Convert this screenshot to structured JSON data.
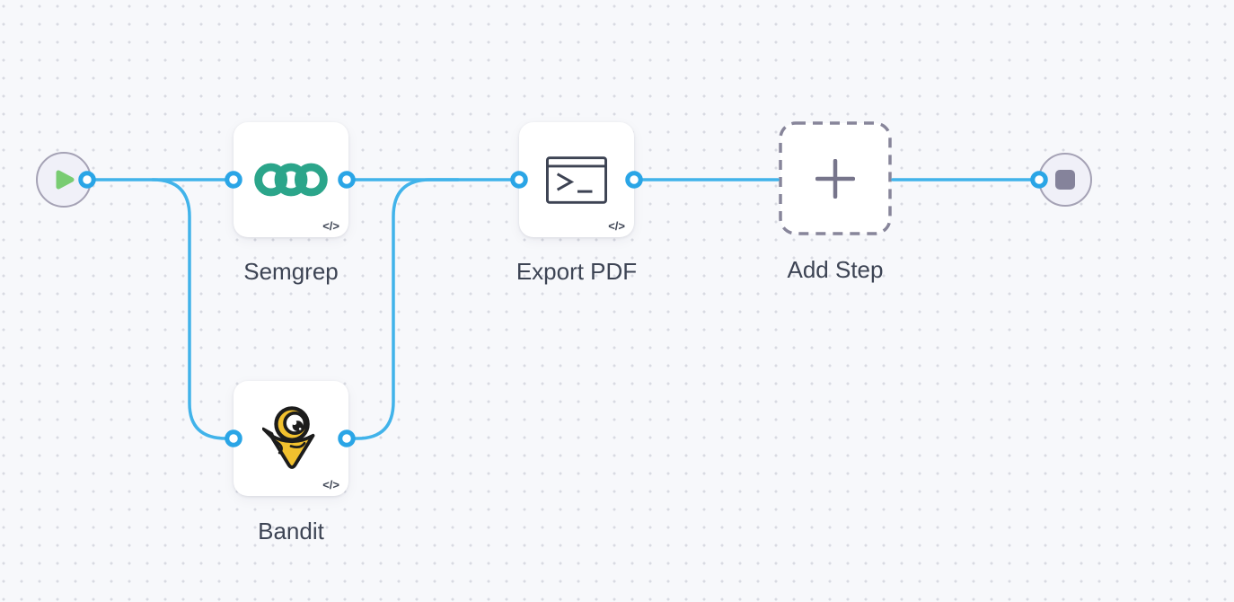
{
  "canvas": {
    "background_color": "#f7f8fb",
    "dot_color": "#d8dae2",
    "connection_color": "#41b3ea",
    "port_color": "#2aa5e6"
  },
  "start_node": {
    "icon": "play-icon",
    "play_color": "#79cc72"
  },
  "end_node": {
    "icon": "stop-icon",
    "stop_color": "#85839b"
  },
  "steps": {
    "semgrep": {
      "label": "Semgrep",
      "badge": "</>",
      "icon": "semgrep-logo-icon",
      "brand_color": "#2ba58a"
    },
    "bandit": {
      "label": "Bandit",
      "badge": "</>",
      "icon": "bandit-logo-icon",
      "brand_color": "#f2c12e"
    },
    "export_pdf": {
      "label": "Export PDF",
      "badge": "</>",
      "icon": "terminal-icon"
    },
    "add_step": {
      "label": "Add Step",
      "icon": "plus-icon"
    }
  }
}
